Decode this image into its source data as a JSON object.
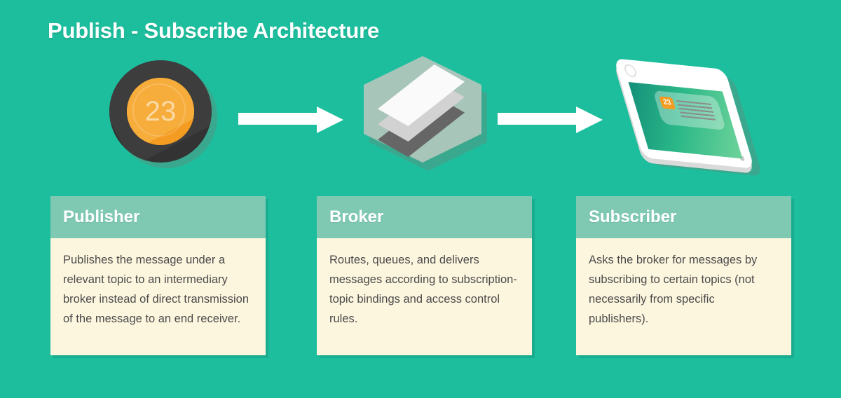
{
  "page": {
    "title": "Publish - Subscribe Architecture",
    "background_color": "#1DBE9D"
  },
  "colors": {
    "background": "#1DBE9D",
    "card_header": "#7FC9B3",
    "card_body": "#FDF6DF",
    "accent_orange": "#F39C21",
    "badge_ring": "#333333",
    "arrow": "#FFFFFF",
    "body_text": "#4A4A4A"
  },
  "icons": {
    "publisher": {
      "name": "publisher-badge-icon",
      "count": "23"
    },
    "broker": {
      "name": "broker-layers-icon"
    },
    "subscriber": {
      "name": "subscriber-phone-icon",
      "notification_badge": "23"
    },
    "arrow_1": "arrow-right-icon",
    "arrow_2": "arrow-right-icon"
  },
  "cards": [
    {
      "id": "publisher",
      "title": "Publisher",
      "text": "Publishes the message under a relevant topic to an intermediary broker instead of direct transmission of the message to an end receiver."
    },
    {
      "id": "broker",
      "title": "Broker",
      "text": "Routes, queues, and delivers messages according to subscription-topic bindings and access control rules."
    },
    {
      "id": "subscriber",
      "title": "Subscriber",
      "text": "Asks the broker for messages by subscribing to certain topics (not necessarily from specific publishers)."
    }
  ]
}
